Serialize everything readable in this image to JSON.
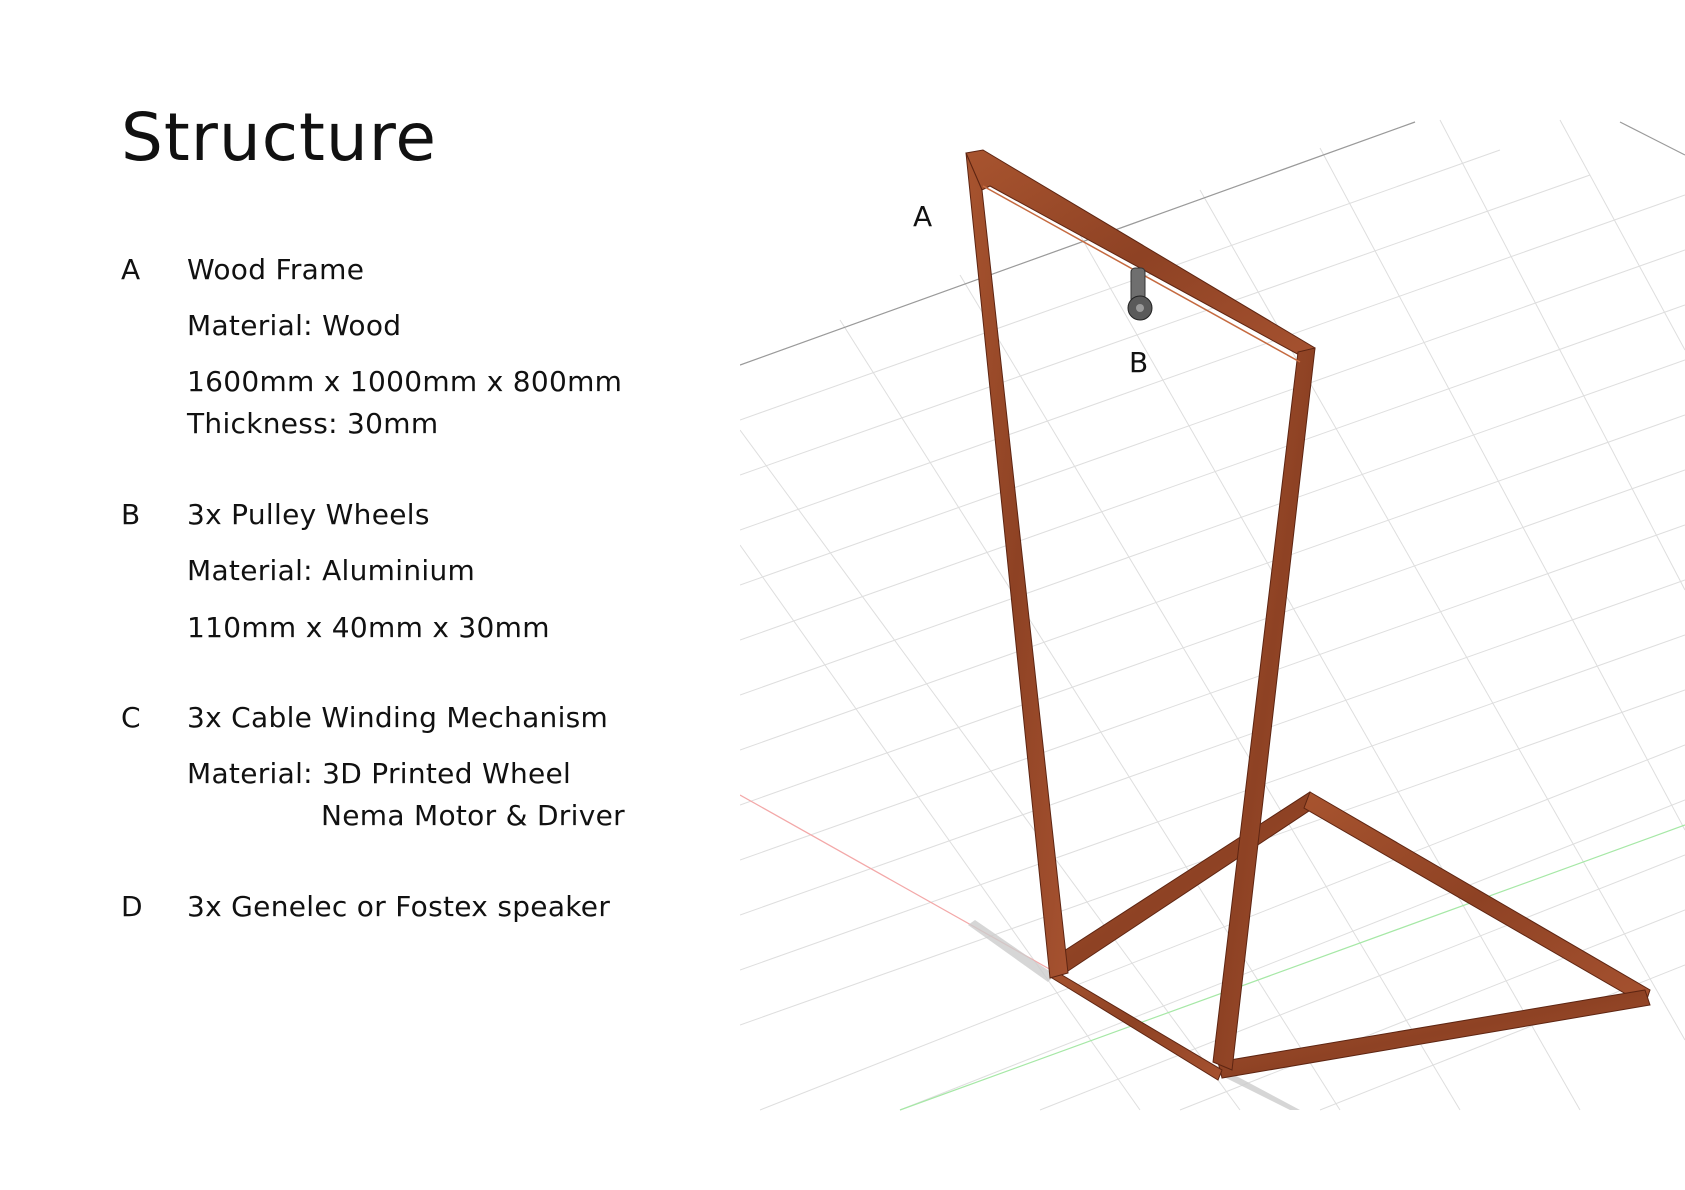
{
  "title": "Structure",
  "items": [
    {
      "letter": "A",
      "name": "Wood Frame",
      "material": "Material: Wood",
      "dimensions": "1600mm x 1000mm x 800mm",
      "thickness": "Thickness: 30mm"
    },
    {
      "letter": "B",
      "name": "3x Pulley Wheels",
      "material": "Material: Aluminium",
      "dimensions": "110mm x 40mm x  30mm"
    },
    {
      "letter": "C",
      "name": "3x Cable Winding Mechanism",
      "material": "Material: 3D Printed Wheel",
      "material_extra": "Nema Motor & Driver"
    },
    {
      "letter": "D",
      "name": "3x Genelec or Fostex speaker"
    }
  ],
  "drawing": {
    "labels": [
      "A",
      "B"
    ],
    "colors": {
      "wood": "#9a4a2a",
      "wood_dark": "#6e2f18",
      "grid": "#d9d9d9",
      "axis_red": "#f0a0a0",
      "axis_green": "#9ee09e",
      "pulley": "#555555"
    }
  }
}
